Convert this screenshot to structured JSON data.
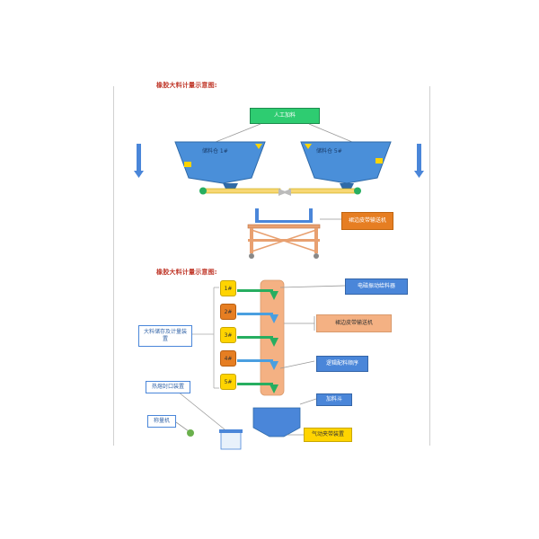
{
  "titles": {
    "top": "橡胶大料计量示意图:",
    "bottom": "橡胶大料计量示意图:"
  },
  "top_diagram": {
    "manual_feed": "人工加料",
    "hopper_left": "储料仓 1#",
    "hopper_right": "储料仓 5#",
    "conveyor_label": "裙边皮带输送机"
  },
  "bottom_diagram": {
    "storage_label": "大料储存及计量装置",
    "slots": [
      "1#",
      "2#",
      "3#",
      "4#",
      "5#"
    ],
    "vibrating_feeder": "电磁振动给料器",
    "skirt_conveyor": "裙边皮带输送机",
    "logic_sequence": "逻辑配料顺序",
    "hot_seal": "热熔封口装置",
    "feed_hopper": "加料斗",
    "pneumatic_clamp": "气动夹带装置",
    "bag_machine": "称量机"
  },
  "colors": {
    "accent_green": "#2ecc71",
    "accent_blue": "#4a86d9",
    "accent_orange": "#e67e22",
    "accent_peach": "#f4b183",
    "accent_yellow": "#ffd400"
  }
}
